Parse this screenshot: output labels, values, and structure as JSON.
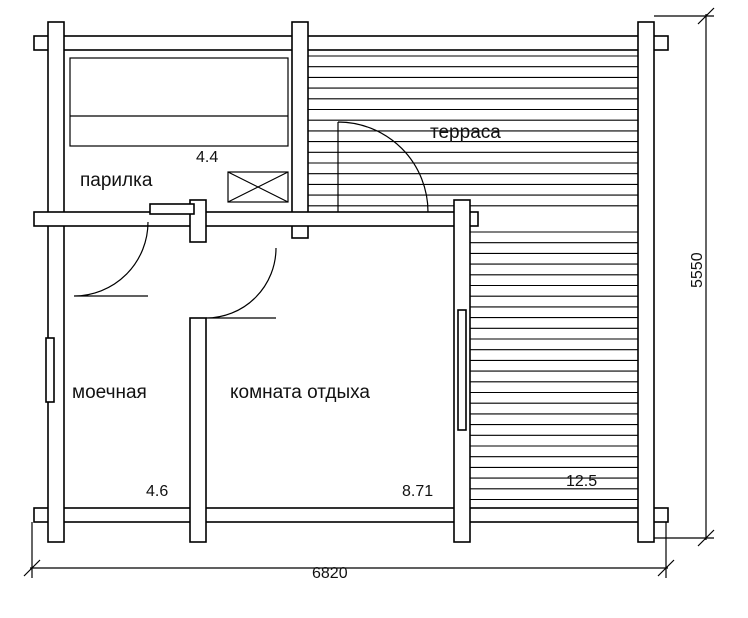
{
  "rooms": {
    "steam_room": {
      "name": "парилка",
      "area": "4.4"
    },
    "washroom": {
      "name": "моечная",
      "area": "4.6"
    },
    "rest_room": {
      "name": "комната отдыха",
      "area": "8.71"
    },
    "terrace": {
      "name": "терраса",
      "area": "12.5"
    }
  },
  "dimensions": {
    "width": "6820",
    "height": "5550"
  }
}
